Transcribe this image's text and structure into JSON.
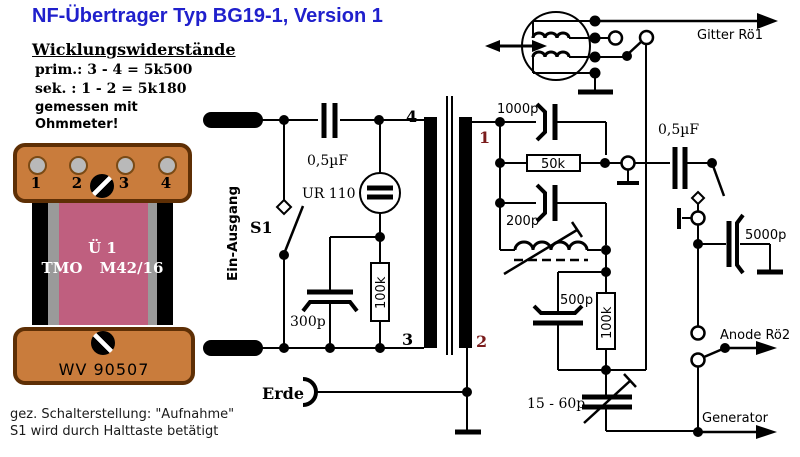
{
  "title": "NF-Übertrager Typ BG19-1, Version 1",
  "winding_note": {
    "heading": "Wicklungswiderstände",
    "prim": "prim.: 3 - 4 = 5k500",
    "sek": "sek. : 1 - 2 = 5k180",
    "measured_line1": "gemessen mit",
    "measured_line2": "Ohmmeter!"
  },
  "transformer_photo": {
    "terminals": [
      "1",
      "2",
      "3",
      "4"
    ],
    "core_label_line1": "Ü 1",
    "core_label_line2": "TMO M42/16",
    "base_label": "WV 90507"
  },
  "schematic": {
    "input_label": "Ein-Ausgang",
    "switch_s1": "S1",
    "cap_input": "0,5µF",
    "tube": "UR 110",
    "cap_300": "300p",
    "res_100k_left": "100k",
    "earth_label": "Erde",
    "pin4": "4",
    "pin3": "3",
    "pin1": "1",
    "pin2": "2",
    "cap_1000": "1000p",
    "res_50k": "50k",
    "cap_200": "200p",
    "cap_500": "500p",
    "res_100k_right": "100k",
    "cap_15_60": "15 - 60p",
    "cap_output": "0,5µF",
    "cap_5000": "5000p",
    "out_gitter": "Gitter Rö1",
    "out_anode": "Anode Rö2",
    "out_generator": "Generator"
  },
  "footer": {
    "line1": "gez. Schalterstellung: \"Aufnahme\"",
    "line2": "S1 wird durch Halttaste betätigt"
  },
  "colors": {
    "title_blue": "#2020cc",
    "pin_red": "#7a1c1c",
    "trafo_orange": "#c97c3c",
    "trafo_border": "#5e2f05",
    "trafo_pink": "#bf5f7f",
    "trafo_gray": "#9a9a9a",
    "circle_gray": "#b9b9b9"
  }
}
